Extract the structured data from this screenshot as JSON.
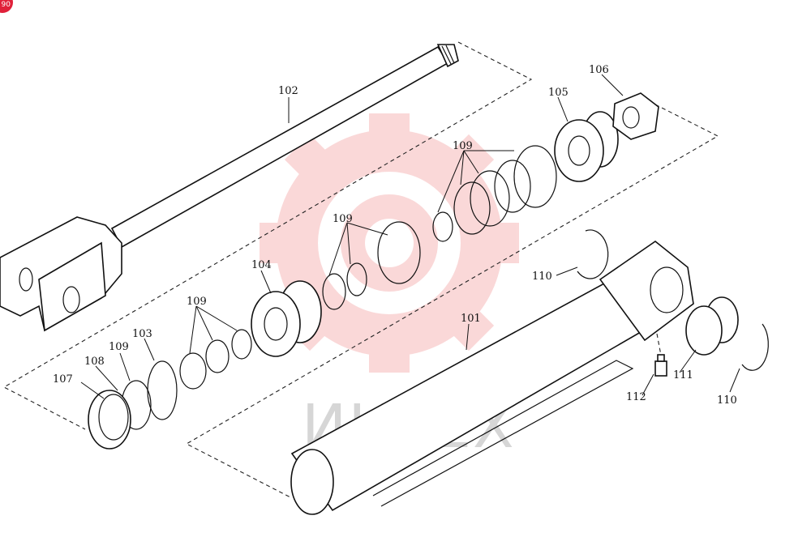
{
  "watermark": {
    "text": "ИНТЕХ",
    "color": "#f2a0a0"
  },
  "badge": {
    "text": "90"
  },
  "labels": {
    "l101": "101",
    "l102": "102",
    "l103": "103",
    "l104": "104",
    "l105": "105",
    "l106": "106",
    "l107": "107",
    "l108": "108",
    "l109a": "109",
    "l109b": "109",
    "l109c": "109",
    "l109d": "109",
    "l110a": "110",
    "l110b": "110",
    "l111": "111",
    "l112": "112"
  }
}
